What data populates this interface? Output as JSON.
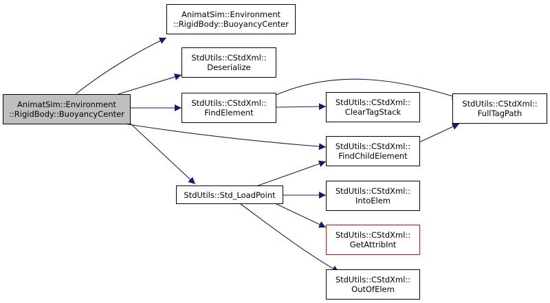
{
  "colors": {
    "edge": "#191970",
    "root_fill": "#bfbfbf",
    "node_border": "#000000",
    "truncated_border": "#ff0000"
  },
  "nodes": {
    "root": {
      "line1": "AnimatSim::Environment",
      "line2": "::RigidBody::BuoyancyCenter"
    },
    "buoyancy_center": {
      "line1": "AnimatSim::Environment",
      "line2": "::RigidBody::BuoyancyCenter"
    },
    "deserialize": {
      "line1": "StdUtils::CStdXml::",
      "line2": "Deserialize"
    },
    "find_element": {
      "line1": "StdUtils::CStdXml::",
      "line2": "FindElement"
    },
    "clear_tag_stack": {
      "line1": "StdUtils::CStdXml::",
      "line2": "ClearTagStack"
    },
    "full_tag_path": {
      "line1": "StdUtils::CStdXml::",
      "line2": "FullTagPath"
    },
    "find_child_element": {
      "line1": "StdUtils::CStdXml::",
      "line2": "FindChildElement"
    },
    "std_load_point": {
      "line1": "StdUtils::Std_LoadPoint"
    },
    "into_elem": {
      "line1": "StdUtils::CStdXml::",
      "line2": "IntoElem"
    },
    "get_attrib_int": {
      "line1": "StdUtils::CStdXml::",
      "line2": "GetAttribInt"
    },
    "out_of_elem": {
      "line1": "StdUtils::CStdXml::",
      "line2": "OutOfElem"
    }
  }
}
